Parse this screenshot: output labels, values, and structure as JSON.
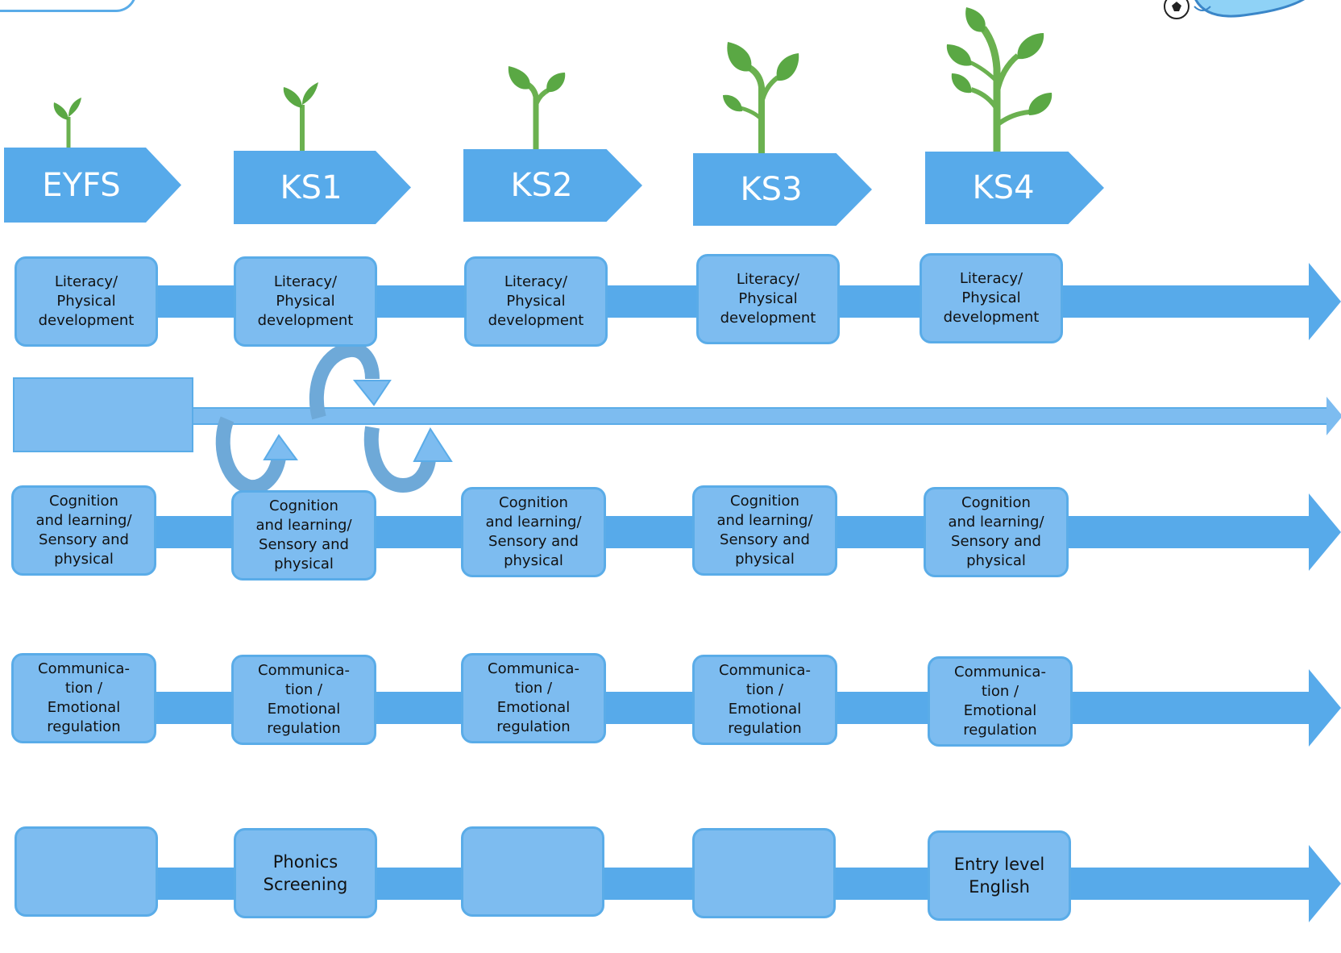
{
  "stages": [
    {
      "label": "EYFS"
    },
    {
      "label": "KS1"
    },
    {
      "label": "KS2"
    },
    {
      "label": "KS3"
    },
    {
      "label": "KS4"
    }
  ],
  "rows": {
    "literacy": [
      "Literacy/\nPhysical\ndevelopment",
      "Literacy/\nPhysical\ndevelopment",
      "Literacy/\nPhysical\ndevelopment",
      "Literacy/\nPhysical\ndevelopment",
      "Literacy/\nPhysical\ndevelopment"
    ],
    "cognition": [
      "Cognition\nand learning/\nSensory and\nphysical",
      "Cognition\nand learning/\nSensory and\nphysical",
      "Cognition\nand learning/\nSensory and\nphysical",
      "Cognition\nand learning/\nSensory and\nphysical",
      "Cognition\nand learning/\nSensory and\nphysical"
    ],
    "communication": [
      "Communica-\ntion /\nEmotional\nregulation",
      "Communica-\ntion /\nEmotional\nregulation",
      "Communica-\ntion /\nEmotional\nregulation",
      "Communica-\ntion /\nEmotional\nregulation",
      "Communica-\ntion /\nEmotional\nregulation"
    ],
    "assessment": [
      "",
      "Phonics\nScreening",
      "",
      "",
      "Entry level\nEnglish"
    ]
  },
  "colors": {
    "primary": "#57aaea",
    "box": "#7dbcf0",
    "border": "#5aace8",
    "leaf": "#5aa844",
    "stem": "#6bb150"
  },
  "icons": [
    "plant-icon",
    "cycle-arrow-icon",
    "football-icon"
  ]
}
